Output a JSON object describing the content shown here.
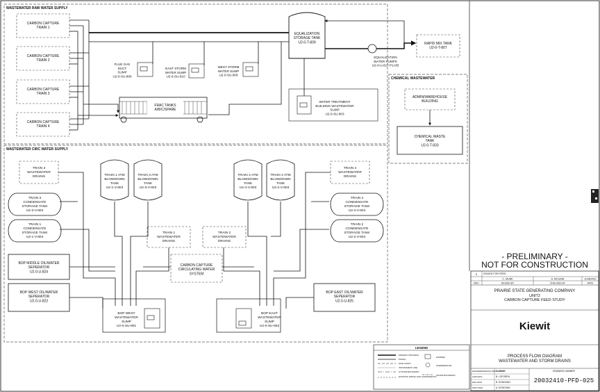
{
  "sections": {
    "raw": "WASTEWATER RAW WATER SUPPLY",
    "circ": "WASTEWATER CIRC WATER SUPPLY",
    "chem": "CHEMICAL WASTEWATER"
  },
  "raw": {
    "train1": [
      "CARBON CAPTURE",
      "TRAIN 1"
    ],
    "train2": [
      "CARBON CAPTURE",
      "TRAIN 2"
    ],
    "train3": [
      "CARBON CAPTURE",
      "TRAIN 3"
    ],
    "train4": [
      "CARBON CAPTURE",
      "TRAIN 4"
    ],
    "flue": [
      "FLUE GAS",
      "DUCT",
      "SUMP",
      "U2-0-SU-806"
    ],
    "east_storm": [
      "EAST STORM",
      "WATER SUMP",
      "U2-0-SU-810"
    ],
    "west_storm": [
      "WEST STORM",
      "WATER SUMP",
      "U2-0-SU-809"
    ],
    "eq_tank": [
      "EQUALIZATION",
      "STORAGE TANK",
      "U2-0-T-809"
    ],
    "rapid_mix": [
      "RAPID MIX TANK",
      "U2-0-T-807"
    ],
    "eq_pumps": [
      "EQUALIZATION",
      "WATER PUMPS",
      "U2-0-U-817-P1A/B"
    ],
    "wt_sump": [
      "WATER TREATMENT",
      "BUILDING WASTEWATER",
      "SUMP",
      "U2-0-SU-803"
    ],
    "frac": [
      "FRAC TANKS",
      "A/B/C/SPARE"
    ]
  },
  "chem": {
    "admin": [
      "ADMIN/WAREHOUSE",
      "BUILDING"
    ],
    "waste": [
      "CHEMICAL WASTE",
      "TANK",
      "U2-0-T-833"
    ]
  },
  "circ": {
    "t3_drains": [
      "TRAIN 3",
      "WASTEWATER",
      "DRAINS"
    ],
    "t4_drains": [
      "TRAIN 4",
      "WASTEWATER",
      "DRAINS"
    ],
    "t1_drains": [
      "TRAIN 1",
      "WASTEWATER",
      "DRAINS"
    ],
    "t2_drains": [
      "TRAIN 2",
      "WASTEWATER",
      "DRAINS"
    ],
    "bd1": [
      "TRAIN 1 ATM",
      "BLOWDOWN",
      "TANK",
      "U2-1-V-803"
    ],
    "bd3": [
      "TRAIN 3 ATM",
      "BLOWDOWN",
      "TANK",
      "U2-3-V-803"
    ],
    "bd4": [
      "TRAIN 4 ATM",
      "BLOWDOWN",
      "TANK",
      "U2-4-V-803"
    ],
    "bd2": [
      "TRAIN 2 ATM",
      "BLOWDOWN",
      "TANK",
      "U2-2-V-803"
    ],
    "cond3": [
      "TRAIN 3",
      "CONDENSATE",
      "STORAGE TANK",
      "U2-3-V-804"
    ],
    "cond1": [
      "TRAIN 1",
      "CONDENSATE",
      "STORAGE TANK",
      "U2-1-V-804"
    ],
    "cond4": [
      "TRAIN 4",
      "CONDENSATE",
      "STORAGE TANK",
      "U2-4-V-804"
    ],
    "cond2": [
      "TRAIN 2",
      "CONDENSATE",
      "STORAGE TANK",
      "U2-2-V-804"
    ],
    "ccws": [
      "CARBON CAPTURE",
      "CIRCULATING WATER",
      "SYSTEM"
    ],
    "bop_mid": [
      "BOP MIDDLE OIL/WATER",
      "SEPERATOR",
      "U2-0-U-824"
    ],
    "bop_west_sep": [
      "BOP WEST OIL/WATER",
      "SEPERATOR",
      "U2-0-U-823"
    ],
    "bop_east_sep": [
      "BOP EAST OIL/WATER",
      "SEPERATOR",
      "U2-0-U-825"
    ],
    "bop_west_sump": [
      "BOP WEST",
      "WASTEWATER",
      "SUMP",
      "U2-0-SU-801"
    ],
    "bop_east_sump": [
      "BOP EAST",
      "WASTEWATER",
      "SUMP",
      "U2-0-SU-802"
    ]
  },
  "title_block": {
    "prelim1": "- PRELIMINARY -",
    "prelim2": "NOT FOR CONSTRUCTION",
    "rev": "0",
    "issued": "ISSUED FOR FEED",
    "by": "C. MUNK",
    "chk": "A. MCGAIN",
    "date": "11/08/2021",
    "col_rev": "REV",
    "col_desc": "DESIGN BY",
    "col_chk": "CHECKED BY",
    "col_date": "DATE",
    "company": "PRAIRIE STATE GENERATING COMPANY",
    "unit": "UNIT2",
    "project": "CARBON CAPTURE FEED STUDY",
    "logo": "Kiewit",
    "dwg_title1": "PROCESS FLOW DIAGRAM",
    "dwg_title2": "WASTEWATER AND STORM DRAINS",
    "dwg_no_label": "DRAWING NUMBER",
    "dwg_no": "20032410-PFD-025",
    "sign_rows": [
      [
        "ENGINEER/DESIGN ORIGINATOR",
        "C. MUNK"
      ],
      [
        "LEAD ENG",
        "B. LOFGREN"
      ],
      [
        "ENG MGR",
        "B. DONOVAN"
      ],
      [
        "PROJ MGR",
        "A. DONOVAN"
      ]
    ]
  },
  "legend": {
    "title": "LEGEND",
    "left": [
      "PRIMARY PROCESS",
      "PIPING",
      "SKID LIMITS",
      "INSTRUMENT LINE",
      "SYSTEM BOUNDARY",
      "EXISTING PIPING AND COMPONENTS"
    ],
    "right": [
      "DAMPER",
      "ATEMPERATOR",
      "SCOPE BOUNDARY"
    ]
  }
}
